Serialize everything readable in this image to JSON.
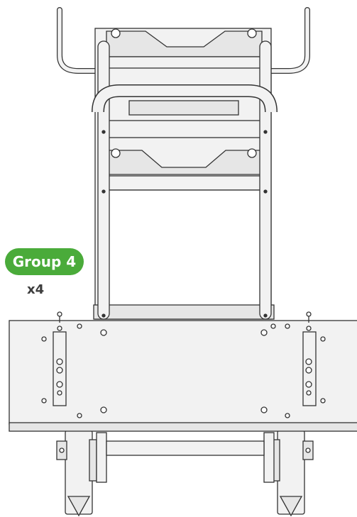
{
  "callout": {
    "group_label": "Group 4",
    "quantity": "x4"
  },
  "colors": {
    "badge_green": "#4aab3a",
    "line": "#333333",
    "fill_light": "#f2f2f2",
    "fill_mid": "#e6e6e6",
    "quantity_text": "#3d3d3d"
  },
  "icons": [
    "hand-truck-illustration",
    "screw-icon",
    "wheel-icon"
  ]
}
